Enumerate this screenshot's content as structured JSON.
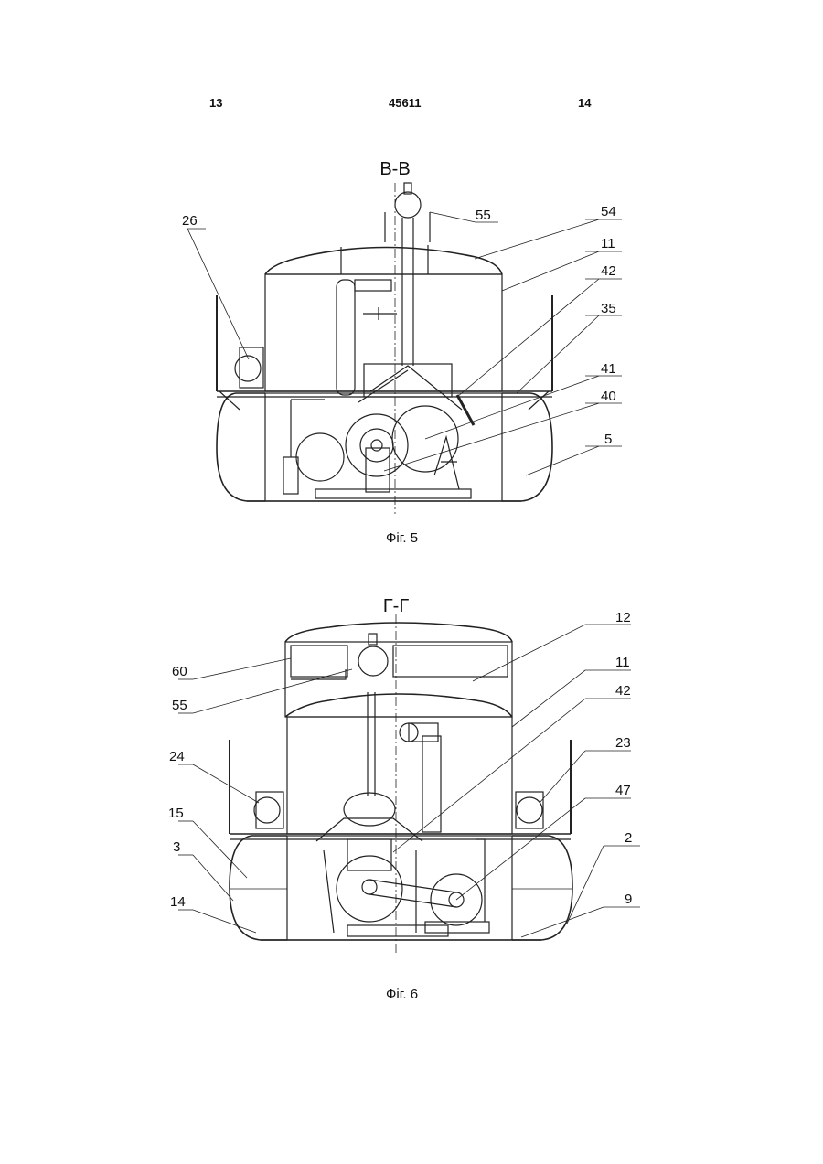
{
  "header": {
    "left_page": "13",
    "patent_number": "45611",
    "right_page": "14"
  },
  "figures": [
    {
      "section_label": "В-В",
      "caption": "Фіг. 5",
      "callouts": [
        "26",
        "55",
        "54",
        "11",
        "42",
        "35",
        "41",
        "40",
        "5"
      ]
    },
    {
      "section_label": "Г-Г",
      "caption": "Фіг. 6",
      "callouts": [
        "12",
        "60",
        "11",
        "42",
        "55",
        "24",
        "23",
        "47",
        "15",
        "3",
        "2",
        "14",
        "9"
      ]
    }
  ]
}
